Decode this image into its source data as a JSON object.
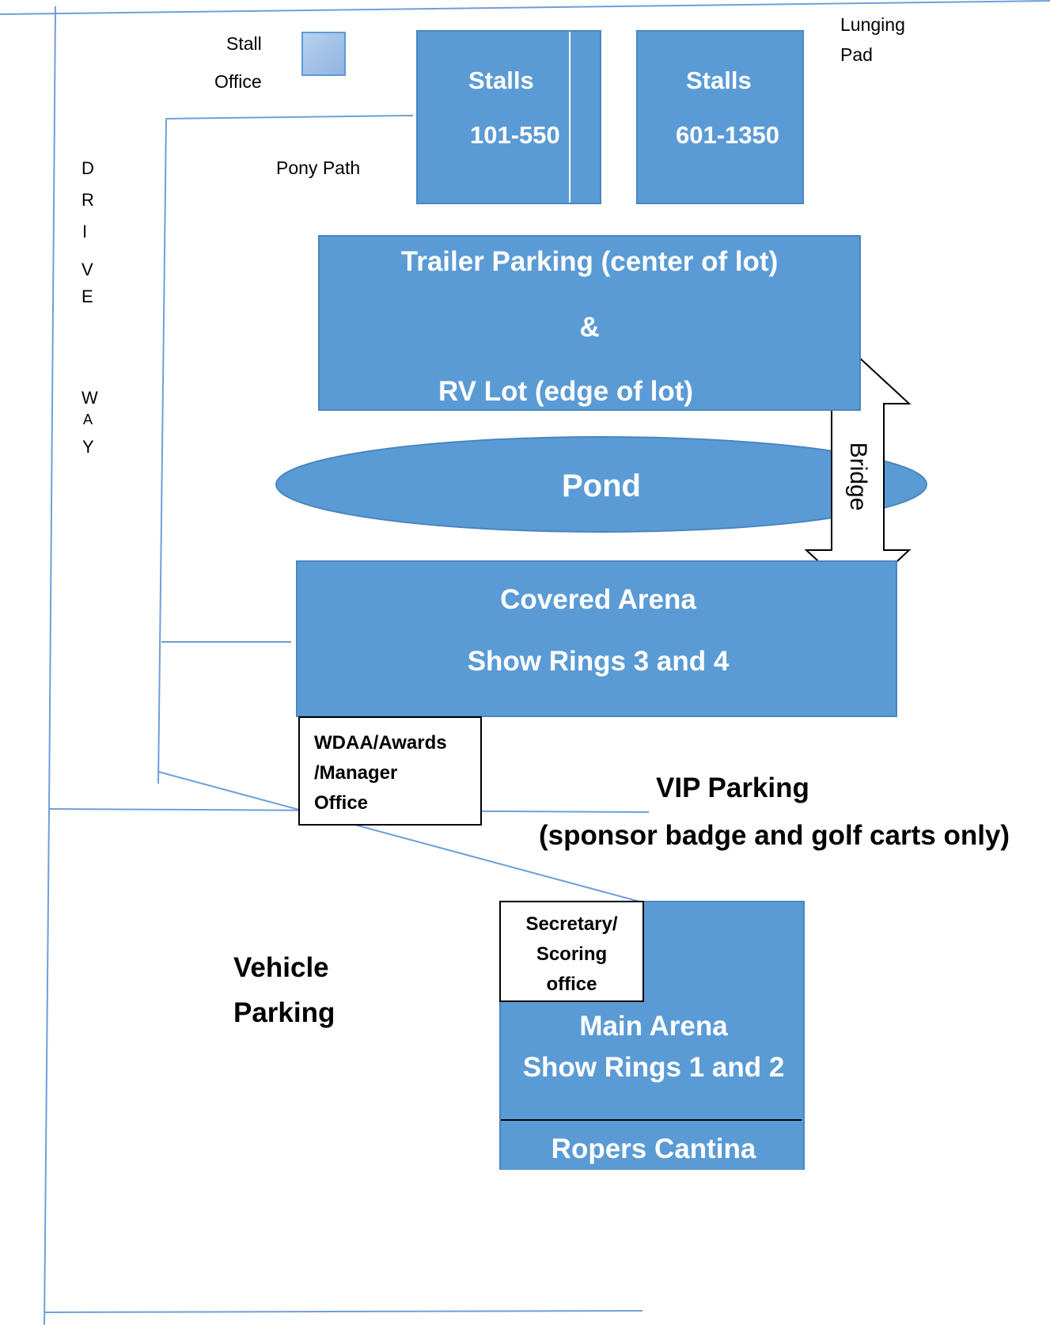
{
  "colors": {
    "block_fill": "#5b9bd5",
    "block_border": "#4a86c0",
    "road_line": "#6f9fd8",
    "text_on_block": "#ffffff",
    "text": "#000000"
  },
  "drive_way": {
    "letters": [
      "D",
      "R",
      "I",
      "V",
      "E",
      "W",
      "A",
      "Y"
    ]
  },
  "stall_office": {
    "line1": "Stall",
    "line2": "Office"
  },
  "lunging_pad": {
    "line1": "Lunging",
    "line2": "Pad"
  },
  "pony_path": "Pony Path",
  "stalls_a": {
    "title": "Stalls",
    "range": "101-550"
  },
  "stalls_b": {
    "title": "Stalls",
    "range": "601-1350"
  },
  "trailer_lot": {
    "line1": "Trailer Parking (center of lot)",
    "line2": "&",
    "line3": "RV Lot (edge of lot)"
  },
  "pond": "Pond",
  "bridge": "Bridge",
  "covered_arena": {
    "line1": "Covered Arena",
    "line2": "Show Rings 3 and 4"
  },
  "wdaa_office": {
    "line1": "WDAA/Awards",
    "line2": "/Manager",
    "line3": "Office"
  },
  "vip_parking": {
    "line1": "VIP Parking",
    "line2": "(sponsor badge and golf carts only)"
  },
  "vehicle_parking": {
    "line1": "Vehicle",
    "line2": "Parking"
  },
  "secretary_office": {
    "line1": "Secretary/",
    "line2": "Scoring",
    "line3": "office"
  },
  "main_arena": {
    "line1": "Main Arena",
    "line2": "Show Rings 1 and 2"
  },
  "ropers_cantina": "Ropers Cantina"
}
